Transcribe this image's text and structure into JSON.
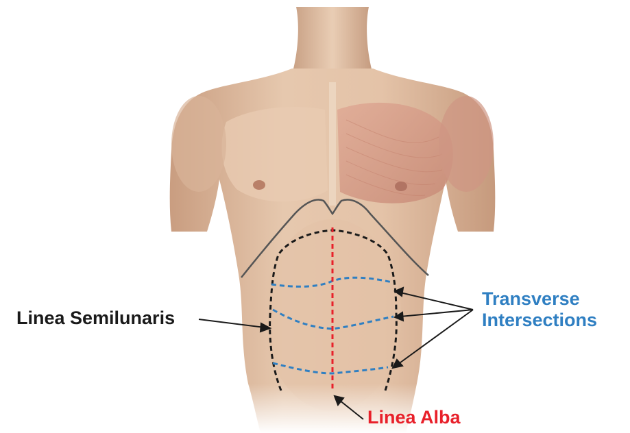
{
  "labels": {
    "linea_semilunaris": "Linea Semilunaris",
    "transverse_line1": "Transverse",
    "transverse_line2": "Intersections",
    "linea_alba": "Linea Alba"
  },
  "colors": {
    "skin": "#e2c1a6",
    "skin_shadow": "#c99d80",
    "muscle": "#d9a08c",
    "linea_alba": "#e8202a",
    "transverse": "#2f7fc2",
    "semilunaris": "#1a1a1a",
    "costal_margin": "#555555"
  }
}
